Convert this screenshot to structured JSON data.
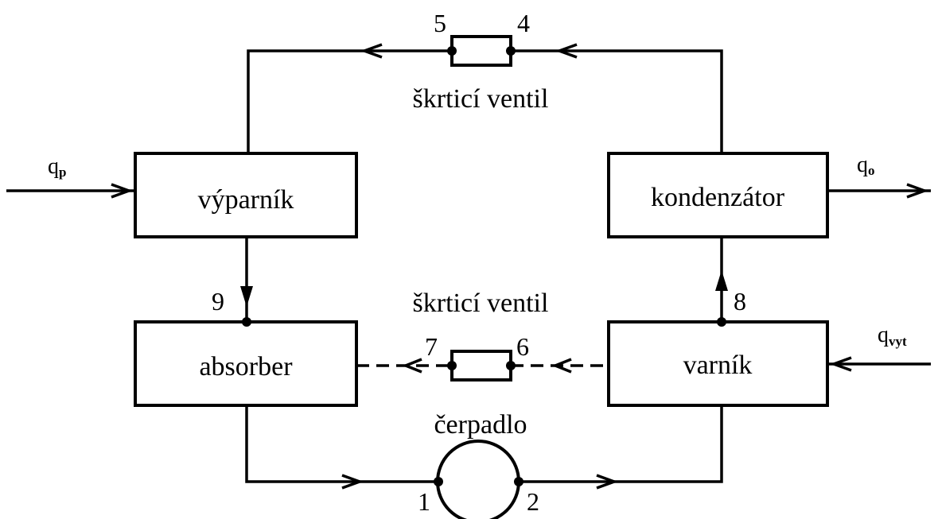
{
  "blocks": {
    "evaporator": "výparník",
    "condenser": "kondenzátor",
    "absorber": "absorber",
    "generator": "varník"
  },
  "valves": {
    "top_label": "škrticí ventil",
    "middle_label": "škrticí ventil"
  },
  "pump": {
    "label": "čerpadlo"
  },
  "points": [
    "1",
    "2",
    "4",
    "5",
    "6",
    "7",
    "8",
    "9"
  ],
  "heat": {
    "qp_main": "q",
    "qp_sub": "p",
    "qo_main": "q",
    "qo_sub": "o",
    "qvyt_main": "q",
    "qvyt_sub": "vyt"
  }
}
